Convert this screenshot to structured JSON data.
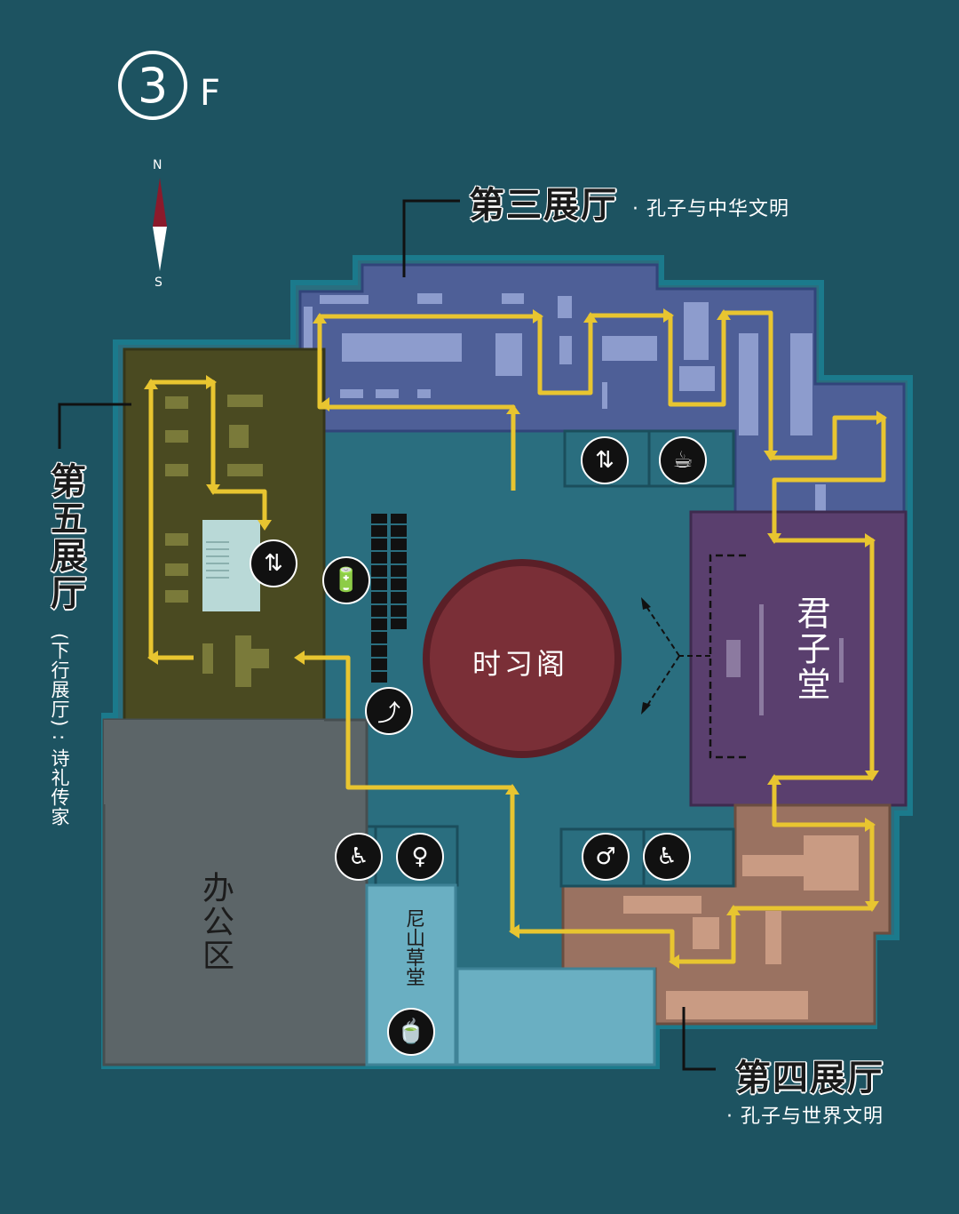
{
  "floor": {
    "number": "3",
    "suffix": "F"
  },
  "compass": {
    "north": "N",
    "south": "S"
  },
  "halls": {
    "hall3": {
      "name": "第三展厅",
      "subtitle": "· 孔子与中华文明",
      "color": "#4e5f97"
    },
    "hall4": {
      "name": "第四展厅",
      "subtitle": "· 孔子与世界文明",
      "color": "#9a7261"
    },
    "hall5": {
      "name": "第五展厅",
      "subtitle": "(下行展厅) : 诗礼传家",
      "color": "#4a4a21"
    },
    "junzi": {
      "name": "君子堂",
      "color": "#5a3f6e"
    },
    "shixi": {
      "name": "时习阁",
      "color": "#7a2f37"
    },
    "office": {
      "name": "办公区",
      "color": "#5c6568"
    },
    "nishan": {
      "name": "尼山草堂",
      "color": "#6aafc2"
    }
  },
  "icons": [
    {
      "name": "elevator-icon-hall3",
      "glyph": "⇅"
    },
    {
      "name": "drink-icon",
      "glyph": "☕"
    },
    {
      "name": "elevator-icon-hall5",
      "glyph": "⇅"
    },
    {
      "name": "charging-icon",
      "glyph": "🔋"
    },
    {
      "name": "escalator-icon",
      "glyph": "⤴"
    },
    {
      "name": "accessible-toilet-icon-left",
      "glyph": "♿"
    },
    {
      "name": "female-toilet-icon",
      "glyph": "♀"
    },
    {
      "name": "male-toilet-icon",
      "glyph": "♂"
    },
    {
      "name": "accessible-toilet-icon-right",
      "glyph": "♿"
    },
    {
      "name": "tea-icon",
      "glyph": "🍵"
    }
  ],
  "colors": {
    "background": "#1d5361",
    "route": "#e8c530",
    "corridor": "#2a6e7f"
  }
}
